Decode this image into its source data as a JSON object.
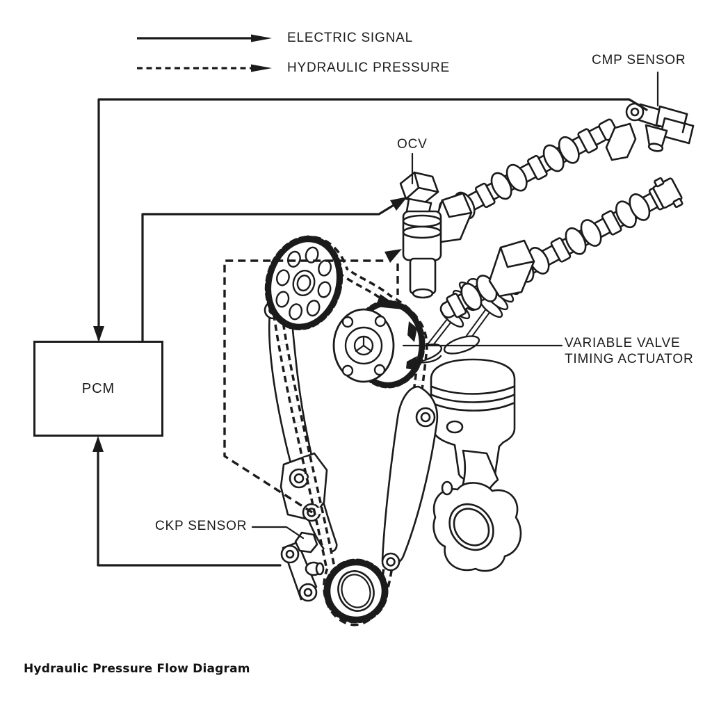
{
  "figure": {
    "background": "#ffffff",
    "line_color": "#1b1b1b",
    "caption": "Hydraulic Pressure Flow Diagram"
  },
  "legend": {
    "items": [
      {
        "label": "ELECTRIC SIGNAL",
        "line_style": "solid"
      },
      {
        "label": "HYDRAULIC PRESSURE",
        "line_style": "dashed"
      }
    ]
  },
  "labels": {
    "cmp_sensor": "CMP SENSOR",
    "ocv": "OCV",
    "pcm": "PCM",
    "vvt_actuator_line1": "VARIABLE VALVE",
    "vvt_actuator_line2": "TIMING ACTUATOR",
    "ckp_sensor": "CKP SENSOR"
  }
}
